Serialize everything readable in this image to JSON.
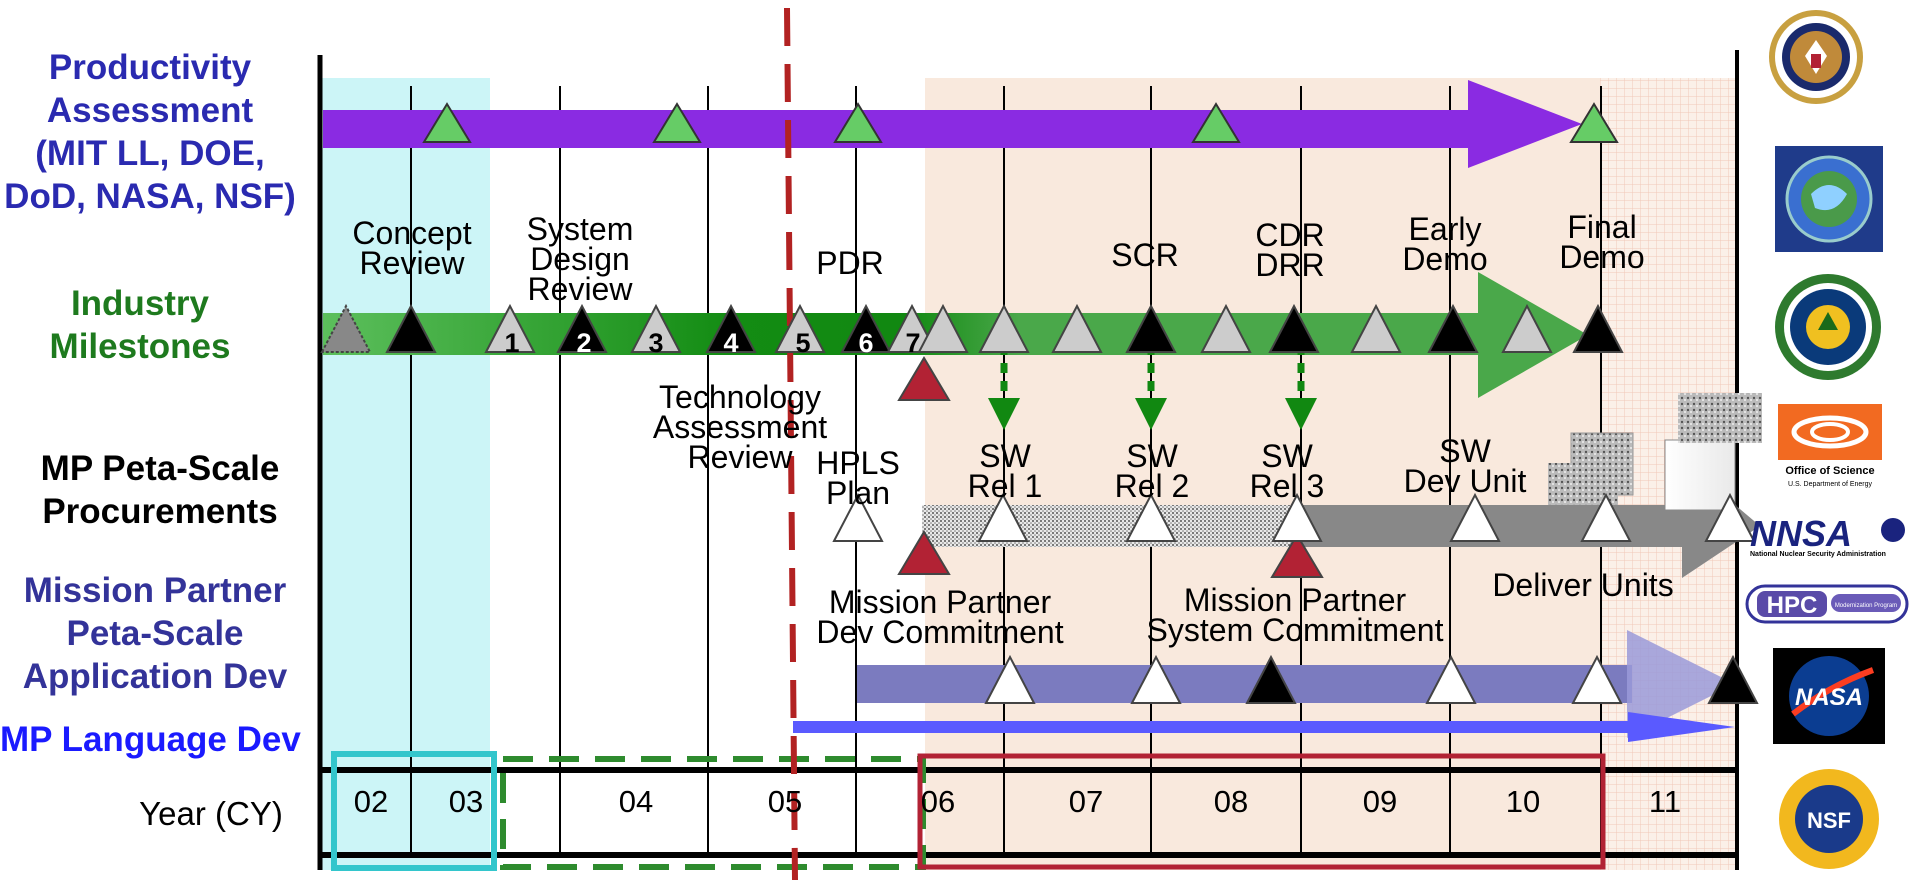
{
  "colors": {
    "productivity": "#8a2be2",
    "industry_label": "#1e7a1e",
    "procure_label": "#000000",
    "partner_label": "#333399",
    "language_label": "#1a1aff",
    "status_line": "#b22222",
    "phase1_box": "#33c6cc",
    "phase2_box": "#2e8b2e",
    "phase3_box": "#b22234"
  },
  "rows": {
    "productivity": [
      "Productivity",
      "Assessment",
      "(MIT LL, DOE,",
      "DoD, NASA, NSF)"
    ],
    "industry": [
      "Industry",
      "Milestones"
    ],
    "procurements": [
      "MP Peta-Scale",
      "Procurements"
    ],
    "partner_dev": [
      "Mission Partner",
      "Peta-Scale",
      "Application Dev"
    ],
    "language_dev": "MP Language Dev",
    "year_label": "Year (CY)"
  },
  "years": [
    "02",
    "03",
    "04",
    "05",
    "06",
    "07",
    "08",
    "09",
    "10",
    "11"
  ],
  "milestone_numbers": [
    "1",
    "2",
    "3",
    "4",
    "5",
    "6",
    "7"
  ],
  "industry_milestones": {
    "concept_review": [
      "Concept",
      "Review"
    ],
    "system_design_review": [
      "System",
      "Design",
      "Review"
    ],
    "pdr": "PDR",
    "scr": "SCR",
    "cdr_drr": [
      "CDR",
      "DRR"
    ],
    "early_demo": [
      "Early",
      "Demo"
    ],
    "final_demo": [
      "Final",
      "Demo"
    ],
    "technology_assessment_review": [
      "Technology",
      "Assessment",
      "Review"
    ]
  },
  "procurement_labels": {
    "hpls_plan": [
      "HPLS",
      "Plan"
    ],
    "sw_rel_1": [
      "SW",
      "Rel 1"
    ],
    "sw_rel_2": [
      "SW",
      "Rel 2"
    ],
    "sw_rel_3": [
      "SW",
      "Rel 3"
    ],
    "sw_dev_unit": [
      "SW",
      "Dev Unit"
    ],
    "deliver_units": "Deliver Units",
    "mp_dev_commitment": [
      "Mission Partner",
      "Dev Commitment"
    ],
    "mp_system_commitment": [
      "Mission Partner",
      "System Commitment"
    ]
  },
  "logos": {
    "nsa": "nsa-seal",
    "nro": "nro-seal",
    "doe": "doe-seal",
    "office_of_science": [
      "Office of Science",
      "U.S. Department of Energy"
    ],
    "nnsa": "NNSA",
    "nnsa_sub": "National Nuclear Security Administration",
    "hpc": "HPC",
    "hpc_sub": "Modernization Program",
    "nasa": "NASA",
    "nsf": "NSF"
  }
}
